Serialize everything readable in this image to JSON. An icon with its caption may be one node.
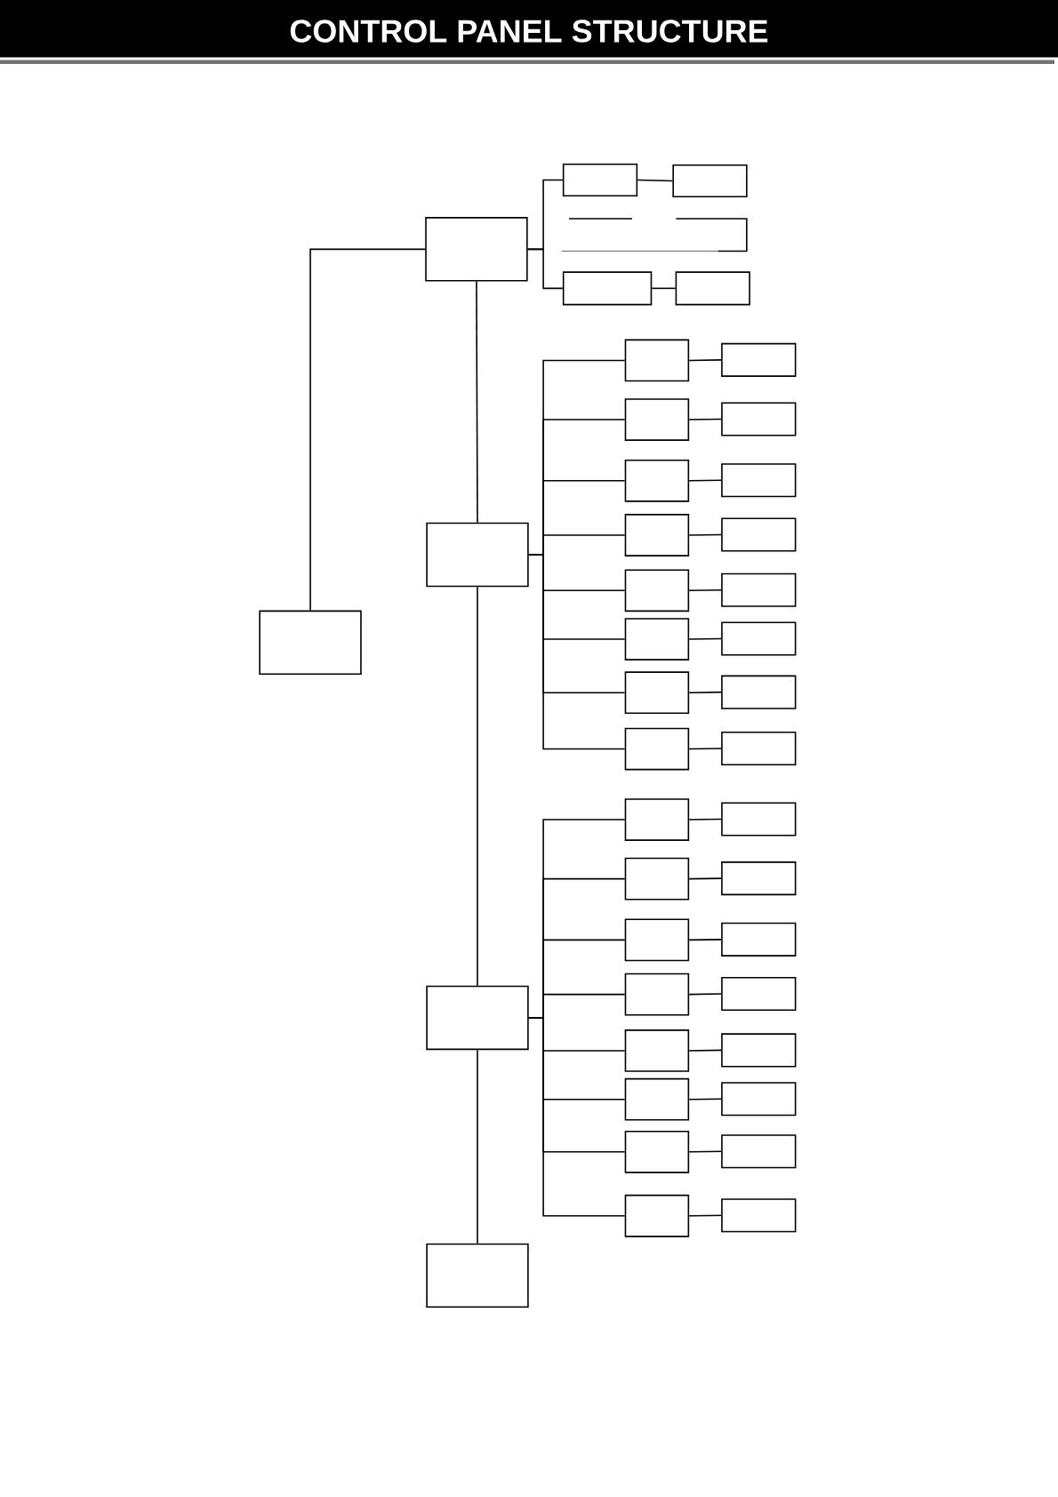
{
  "diagram": {
    "title": "CONTROL PANEL STRUCTURE",
    "nodes": [
      {
        "text": [],
        "shape": "box"
      },
      {
        "text": [],
        "shape": "box"
      },
      {
        "text": [],
        "shape": "box"
      },
      {
        "text": [],
        "shape": "box"
      },
      {
        "text": [],
        "shape": "box"
      },
      {
        "text": [],
        "shape": "box"
      },
      {
        "text": [],
        "shape": "box"
      },
      {
        "text": [],
        "shape": "box"
      },
      {
        "text": [],
        "shape": "box"
      },
      {
        "text": [],
        "shape": "box"
      },
      {
        "text": [],
        "shape": "box"
      },
      {
        "text": [],
        "shape": "box"
      },
      {
        "text": [],
        "shape": "box"
      },
      {
        "text": [],
        "shape": "box"
      },
      {
        "text": [],
        "shape": "box"
      },
      {
        "text": [],
        "shape": "box"
      },
      {
        "text": [],
        "shape": "box"
      },
      {
        "text": [],
        "shape": "box"
      },
      {
        "text": [],
        "shape": "box"
      },
      {
        "text": [],
        "shape": "box"
      },
      {
        "text": [],
        "shape": "box"
      },
      {
        "text": [],
        "shape": "box"
      },
      {
        "text": [],
        "shape": "box"
      },
      {
        "text": [],
        "shape": "box"
      },
      {
        "text": [],
        "shape": "box"
      },
      {
        "text": [],
        "shape": "box"
      },
      {
        "text": [],
        "shape": "box"
      },
      {
        "text": [],
        "shape": "box"
      },
      {
        "text": [],
        "shape": "box"
      },
      {
        "text": [],
        "shape": "box"
      },
      {
        "text": [],
        "shape": "box"
      },
      {
        "text": [],
        "shape": "box"
      },
      {
        "text": [],
        "shape": "box"
      },
      {
        "text": [],
        "shape": "box"
      },
      {
        "text": [],
        "shape": "box"
      },
      {
        "text": [],
        "shape": "box"
      },
      {
        "text": [],
        "shape": "box"
      },
      {
        "text": [],
        "shape": "box"
      },
      {
        "text": [],
        "shape": "box"
      },
      {
        "text": [],
        "shape": "box"
      },
      {
        "text": [],
        "shape": "box"
      }
    ],
    "edges": [
      {
        "from": 0,
        "to": 1,
        "arrow": "none"
      },
      {
        "from": 1,
        "to": 2,
        "arrow": "none"
      },
      {
        "from": 2,
        "to": 3,
        "arrow": "none"
      },
      {
        "from": 1,
        "to": 4,
        "arrow": "none"
      },
      {
        "from": 4,
        "to": 5,
        "arrow": "none"
      },
      {
        "from": 1,
        "to": 6,
        "arrow": "none"
      },
      {
        "from": 6,
        "to": 7,
        "arrow": "none"
      },
      {
        "from": 7,
        "to": 8,
        "arrow": "none"
      },
      {
        "from": 6,
        "to": 9,
        "arrow": "none"
      },
      {
        "from": 9,
        "to": 10,
        "arrow": "none"
      },
      {
        "from": 6,
        "to": 11,
        "arrow": "none"
      },
      {
        "from": 11,
        "to": 12,
        "arrow": "none"
      },
      {
        "from": 6,
        "to": 13,
        "arrow": "none"
      },
      {
        "from": 13,
        "to": 14,
        "arrow": "none"
      },
      {
        "from": 6,
        "to": 15,
        "arrow": "none"
      },
      {
        "from": 15,
        "to": 16,
        "arrow": "none"
      },
      {
        "from": 6,
        "to": 17,
        "arrow": "none"
      },
      {
        "from": 17,
        "to": 18,
        "arrow": "none"
      },
      {
        "from": 6,
        "to": 19,
        "arrow": "none"
      },
      {
        "from": 19,
        "to": 20,
        "arrow": "none"
      },
      {
        "from": 6,
        "to": 21,
        "arrow": "none"
      },
      {
        "from": 21,
        "to": 22,
        "arrow": "none"
      },
      {
        "from": 6,
        "to": 23,
        "arrow": "none"
      },
      {
        "from": 23,
        "to": 24,
        "arrow": "none"
      },
      {
        "from": 24,
        "to": 25,
        "arrow": "none"
      },
      {
        "from": 23,
        "to": 26,
        "arrow": "none"
      },
      {
        "from": 26,
        "to": 27,
        "arrow": "none"
      },
      {
        "from": 23,
        "to": 28,
        "arrow": "none"
      },
      {
        "from": 28,
        "to": 29,
        "arrow": "none"
      },
      {
        "from": 23,
        "to": 30,
        "arrow": "none"
      },
      {
        "from": 30,
        "to": 31,
        "arrow": "none"
      },
      {
        "from": 23,
        "to": 32,
        "arrow": "none"
      },
      {
        "from": 32,
        "to": 33,
        "arrow": "none"
      },
      {
        "from": 23,
        "to": 34,
        "arrow": "none"
      },
      {
        "from": 34,
        "to": 35,
        "arrow": "none"
      },
      {
        "from": 23,
        "to": 36,
        "arrow": "none"
      },
      {
        "from": 36,
        "to": 37,
        "arrow": "none"
      },
      {
        "from": 23,
        "to": 38,
        "arrow": "none"
      },
      {
        "from": 38,
        "to": 39,
        "arrow": "none"
      },
      {
        "from": 23,
        "to": 40,
        "arrow": "none"
      }
    ]
  }
}
